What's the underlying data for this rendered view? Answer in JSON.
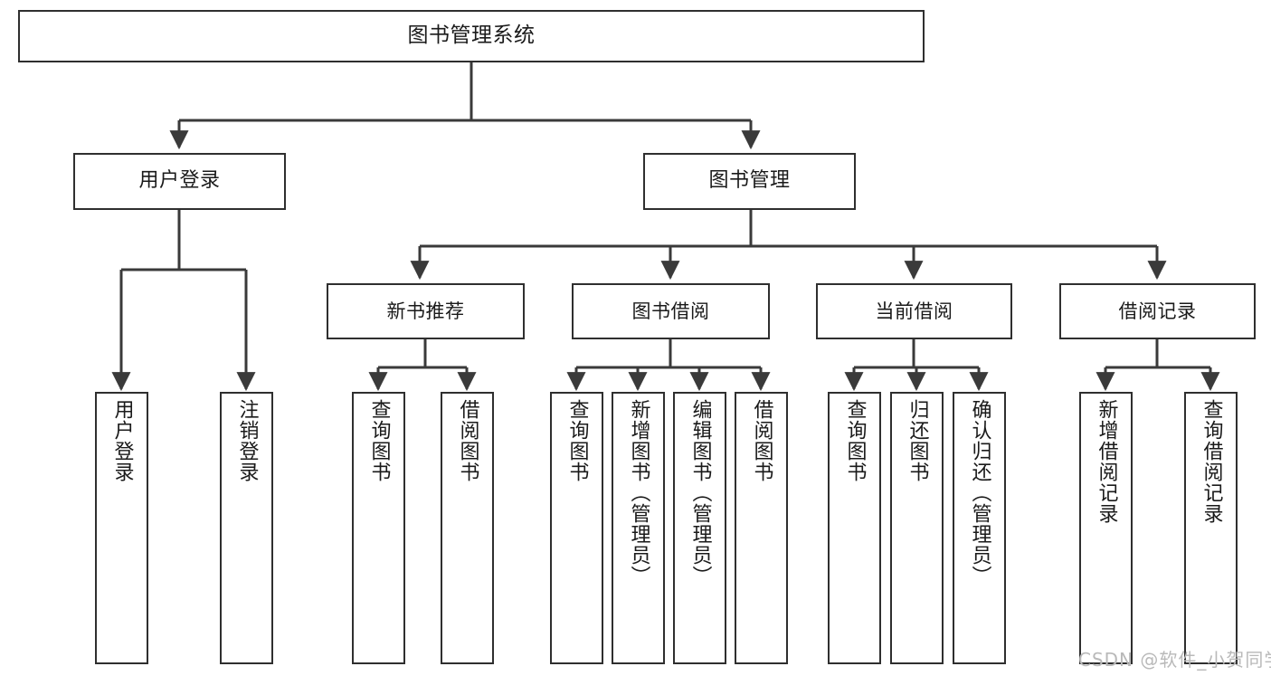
{
  "diagram": {
    "type": "tree",
    "title": "图书管理系统",
    "watermark": "CSDN @软件_小贺同学",
    "colors": {
      "box_border": "#2f2f2f",
      "box_fill": "#ffffff",
      "connector": "#3a3a3a",
      "text": "#1a1a1a",
      "watermark": "#b9b9b9",
      "background": "#ffffff"
    },
    "nodes": {
      "root": {
        "label": "图书管理系统"
      },
      "level1": [
        {
          "label": "用户登录"
        },
        {
          "label": "图书管理"
        }
      ],
      "level2": [
        {
          "label": "新书推荐"
        },
        {
          "label": "图书借阅"
        },
        {
          "label": "当前借阅"
        },
        {
          "label": "借阅记录"
        }
      ],
      "leaves": {
        "user_login": [
          {
            "label": "用户登录"
          },
          {
            "label": "注销登录"
          }
        ],
        "new_book_recommend": [
          {
            "label": "查询图书"
          },
          {
            "label": "借阅图书"
          }
        ],
        "book_borrow": [
          {
            "label": "查询图书"
          },
          {
            "label": "新增图书（管理员）"
          },
          {
            "label": "编辑图书（管理员）"
          },
          {
            "label": "借阅图书"
          }
        ],
        "current_borrow": [
          {
            "label": "查询图书"
          },
          {
            "label": "归还图书"
          },
          {
            "label": "确认归还（管理员）"
          }
        ],
        "borrow_record": [
          {
            "label": "新增借阅记录"
          },
          {
            "label": "查询借阅记录"
          }
        ]
      }
    }
  }
}
